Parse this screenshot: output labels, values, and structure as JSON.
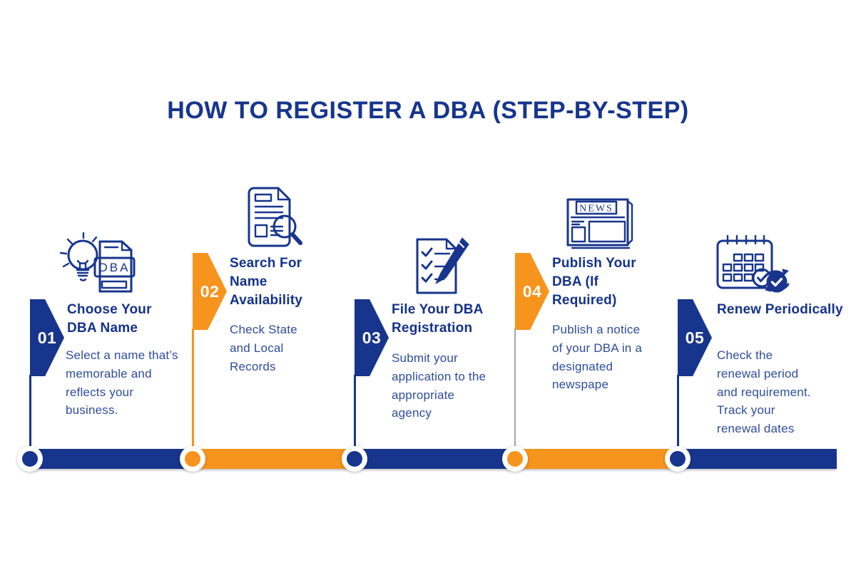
{
  "title": "HOW TO REGISTER A DBA (STEP-BY-STEP)",
  "colors": {
    "navy": "#17358C",
    "orange": "#F7941D",
    "heading_text": "#14328A",
    "body_text": "#2E4C9E",
    "connector_gray": "#9FA3B8",
    "background": "#FFFFFF"
  },
  "steps": [
    {
      "number": "01",
      "heading": "Choose Your DBA Name",
      "body": "Select a name that’s memorable and reflects your business.",
      "icon": "lightbulb-dba-document-icon",
      "accent": "navy"
    },
    {
      "number": "02",
      "heading": "Search For Name Availability",
      "body": "Check State and Local Records",
      "icon": "document-magnifier-icon",
      "accent": "orange"
    },
    {
      "number": "03",
      "heading": "File Your DBA Registration",
      "body": "Submit your application to the appropriate agency",
      "icon": "checklist-pencil-icon",
      "accent": "navy"
    },
    {
      "number": "04",
      "heading": "Publish Your DBA (If Required)",
      "body": "Publish a notice of your DBA in a designated newspape",
      "icon": "newspaper-icon",
      "accent": "orange"
    },
    {
      "number": "05",
      "heading": "Renew Periodically",
      "body": "Check the renewal period and requirement. Track your renewal dates",
      "icon": "calendar-renewal-icon",
      "accent": "navy"
    }
  ],
  "icon_text": {
    "dba_label": "DBA",
    "news_label": "NEWS"
  },
  "timeline": {
    "segment_colors": [
      "navy",
      "orange",
      "navy",
      "orange",
      "navy"
    ],
    "dot_colors": [
      "navy",
      "orange",
      "navy",
      "orange",
      "navy"
    ]
  }
}
